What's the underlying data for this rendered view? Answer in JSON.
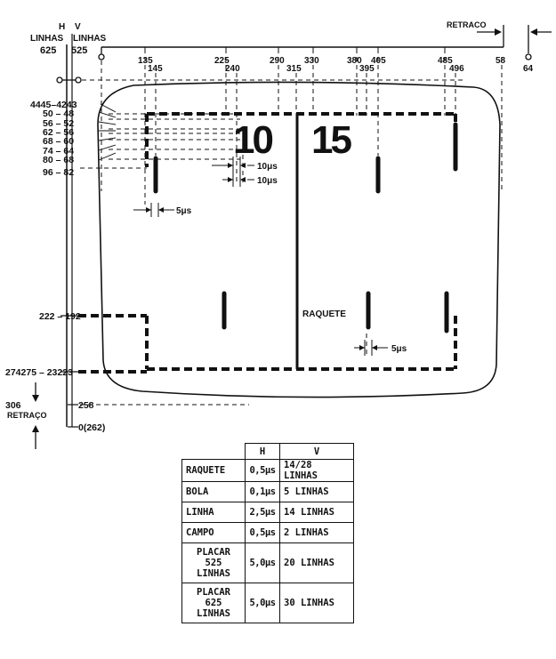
{
  "header": {
    "h_title": "H",
    "h_unit": "LINHAS",
    "h_total": "625",
    "v_title": "V",
    "v_unit": "LINHAS",
    "v_total": "525",
    "retraco_top": "RETRACO",
    "retraco_left": "RETRAÇO"
  },
  "top_ticks": [
    "135",
    "145",
    "225",
    "240",
    "290",
    "315",
    "330",
    "380",
    "395",
    "405",
    "485",
    "496",
    "58",
    "64"
  ],
  "left_ticks": {
    "row1": "4445–4243",
    "row2": "50 – 48",
    "row3": "56 – 52",
    "row4": "62 – 56",
    "row5": "68 – 60",
    "row6": "74 – 64",
    "row7": "80 – 68",
    "row8": "96 – 82",
    "row9": "222 – 192",
    "row10": "274275 – 23223",
    "row11": "306",
    "row12": "258",
    "row13": "0(262)"
  },
  "annotations": {
    "ten_us_a": "10μs",
    "ten_us_b": "10μs",
    "five_us_left": "5μs",
    "five_us_right": "5μs",
    "raquete": "RAQUETE"
  },
  "score": {
    "left": "10",
    "right": "15"
  },
  "table": {
    "col_h": "H",
    "col_v": "V",
    "rows": [
      {
        "label": "RAQUETE",
        "h": "0,5μs",
        "v": "14/28 LINHAS"
      },
      {
        "label": "BOLA",
        "h": "0,1μs",
        "v": "5 LINHAS"
      },
      {
        "label": "LINHA",
        "h": "2,5μs",
        "v": "14 LINHAS"
      },
      {
        "label": "CAMPO",
        "h": "0,5μs",
        "v": "2 LINHAS"
      },
      {
        "label": "PLACAR 525 LINHAS",
        "h": "5,0μs",
        "v": "20 LINHAS"
      },
      {
        "label": "PLACAR 625 LINHAS",
        "h": "5,0μs",
        "v": "30 LINHAS"
      }
    ]
  }
}
